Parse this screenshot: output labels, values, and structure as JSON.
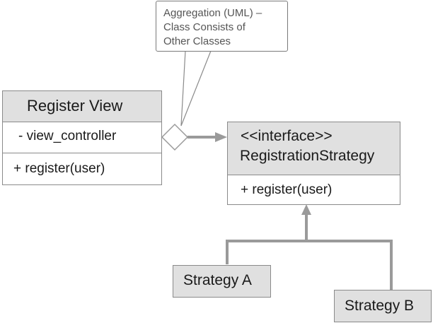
{
  "callout": {
    "lines": [
      "Aggregation (UML) –",
      "Class Consists of",
      "Other Classes"
    ]
  },
  "register_view": {
    "title": "Register View",
    "attribute": "- view_controller",
    "method": "+ register(user)"
  },
  "interface": {
    "stereotype": "<<interface>>",
    "name": "RegistrationStrategy",
    "method": "+ register(user)"
  },
  "strategies": {
    "a": "Strategy A",
    "b": "Strategy B"
  },
  "colors": {
    "header_fill": "#e0e0e0",
    "border": "#8a8a8a",
    "connector": "#9a9a9a",
    "callout_text": "#555555"
  }
}
